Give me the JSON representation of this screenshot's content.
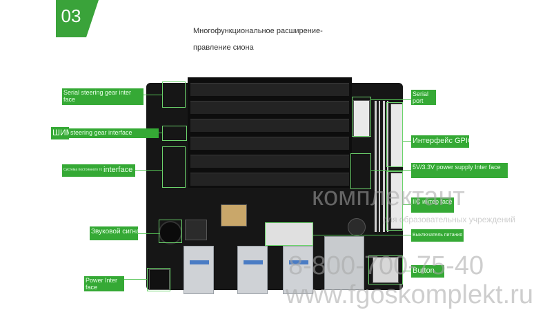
{
  "section_number": "03",
  "title_lines": [
    "Многофункциональное расширение-",
    "правление сиона"
  ],
  "labels_left": {
    "serial_steering_gear": "Serial steering gear inter face",
    "pwm_prefix": "ШИМ",
    "pwm_steering_gear": "steering gear interface",
    "dc_power_interface_small": "Система постоянного тока",
    "dc_power_interface": "interface",
    "buzzer": "Звуковой сигнал",
    "power_interface": "Power Inter face"
  },
  "labels_right": {
    "serial_port": "Serial port",
    "gpio": "Интерфейс GPIO",
    "power_supply": "5V/3.3V power supply Inter face",
    "iic": "IIC интер face",
    "power_switch": "Выключатель питания",
    "button": "Button"
  },
  "watermark": {
    "brand": "комплектант",
    "subtitle": "для образовательных учреждений",
    "phone": "8-800-700-75-40",
    "site": "www.fgoskomplekt.ru"
  },
  "colors": {
    "label_green": "#35a935",
    "badge_green": "#3aa33a",
    "board": "#161616"
  }
}
